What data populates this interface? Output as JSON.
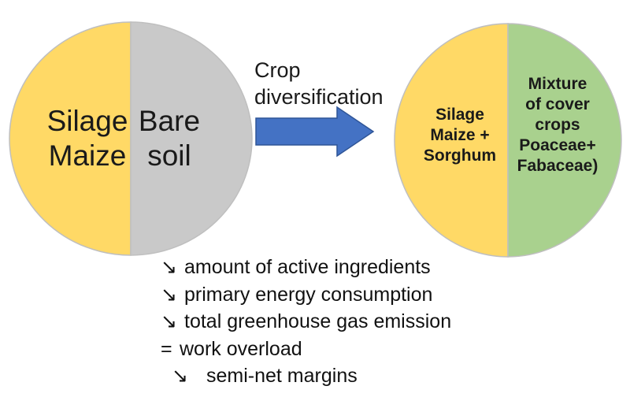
{
  "left_circle": {
    "left_half": {
      "lines": [
        "Silage",
        "Maize"
      ],
      "color": "#ffd966"
    },
    "right_half": {
      "lines": [
        "Bare",
        "soil"
      ],
      "color": "#c9c9c9"
    }
  },
  "arrow": {
    "label_lines": [
      "Crop",
      "diversification"
    ],
    "color": "#4472c4"
  },
  "right_circle": {
    "left_half": {
      "lines": [
        "Silage",
        "Maize +",
        "Sorghum"
      ],
      "color": "#ffd966"
    },
    "right_half": {
      "lines": [
        "Mixture",
        "of cover",
        "crops",
        "Poaceae+",
        "Fabaceae)"
      ],
      "color": "#a9d18e"
    }
  },
  "effects": [
    {
      "symbol": "↘",
      "text": "amount of active ingredients"
    },
    {
      "symbol": "↘",
      "text": "primary energy consumption"
    },
    {
      "symbol": "↘",
      "text": "total greenhouse gas emission"
    },
    {
      "symbol": "=",
      "text": "work overload"
    },
    {
      "symbol": "↘",
      "text": "semi-net margins"
    }
  ]
}
